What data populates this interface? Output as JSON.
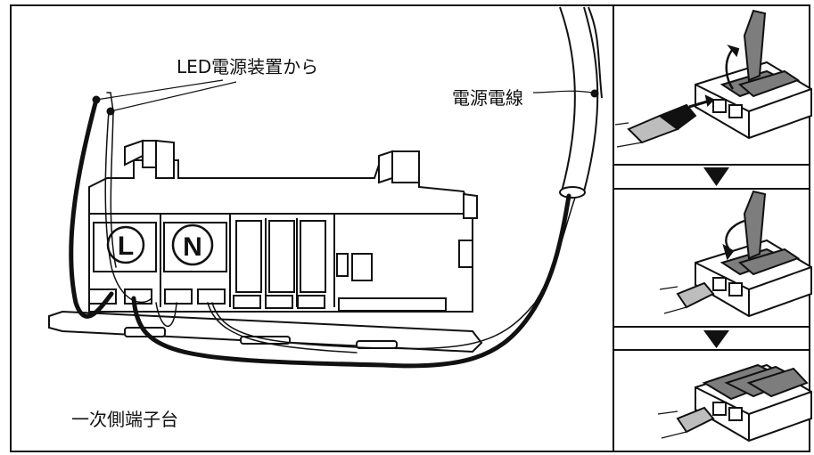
{
  "labels": {
    "led_source": "LED電源装置から",
    "power_wire": "電源電線",
    "primary_terminal": "一次側端子台",
    "terminal_l": "L",
    "terminal_n": "N"
  },
  "colors": {
    "line": "#111111",
    "lever_gray": "#7d7d7d",
    "wire_gray": "#bdbdbd",
    "background": "#ffffff"
  },
  "steps": [
    {
      "name": "lever-open-insert-wire",
      "arrow_icon": "down-triangle-icon"
    },
    {
      "name": "lever-close",
      "arrow_icon": "down-triangle-icon"
    },
    {
      "name": "connected"
    }
  ]
}
